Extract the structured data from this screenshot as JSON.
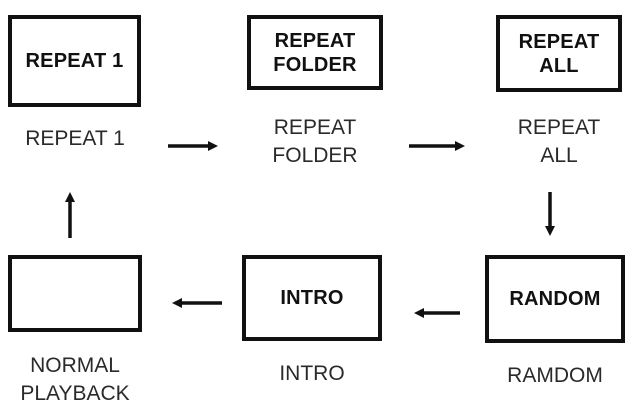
{
  "modes": [
    {
      "id": "repeat-1",
      "display": "REPEAT 1",
      "caption": "REPEAT 1"
    },
    {
      "id": "repeat-folder",
      "display": "REPEAT\nFOLDER",
      "caption": "REPEAT\nFOLDER"
    },
    {
      "id": "repeat-all",
      "display": "REPEAT\nALL",
      "caption": "REPEAT\nALL"
    },
    {
      "id": "normal-playback",
      "display": "",
      "caption": "NORMAL\nPLAYBACK"
    },
    {
      "id": "intro",
      "display": "INTRO",
      "caption": "INTRO"
    },
    {
      "id": "random",
      "display": "RANDOM",
      "caption": "RAMDOM"
    }
  ],
  "colors": {
    "border": "#111111",
    "arrow": "#111111",
    "text": "#2a2a2a"
  }
}
